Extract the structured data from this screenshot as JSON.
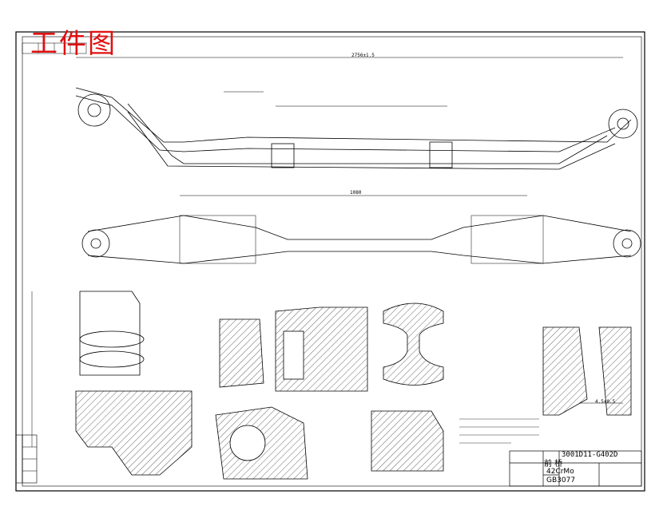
{
  "drawing": {
    "stamp_label": "工件图",
    "title_block": {
      "part_number": "3001D11-G402D",
      "part_name": "前  桥",
      "material": "42CrMo",
      "standard": "GB3077"
    },
    "dimensions": {
      "overall_length": "2756±1.5",
      "center_span": "1080",
      "section_width": "4.5±0.5"
    }
  }
}
